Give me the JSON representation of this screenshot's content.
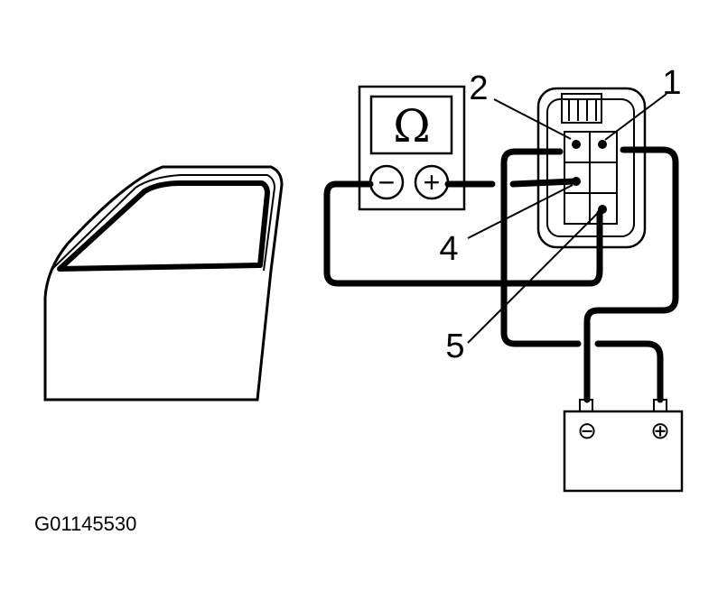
{
  "diagram": {
    "figure_id": "G01145530",
    "ohmmeter": {
      "symbol": "Ω",
      "negative_symbol": "−",
      "positive_symbol": "+"
    },
    "battery": {
      "negative_symbol": "⊖",
      "positive_symbol": "⊕"
    },
    "callouts": {
      "terminal_1": "1",
      "terminal_2": "2",
      "terminal_4": "4",
      "terminal_5": "5"
    }
  }
}
